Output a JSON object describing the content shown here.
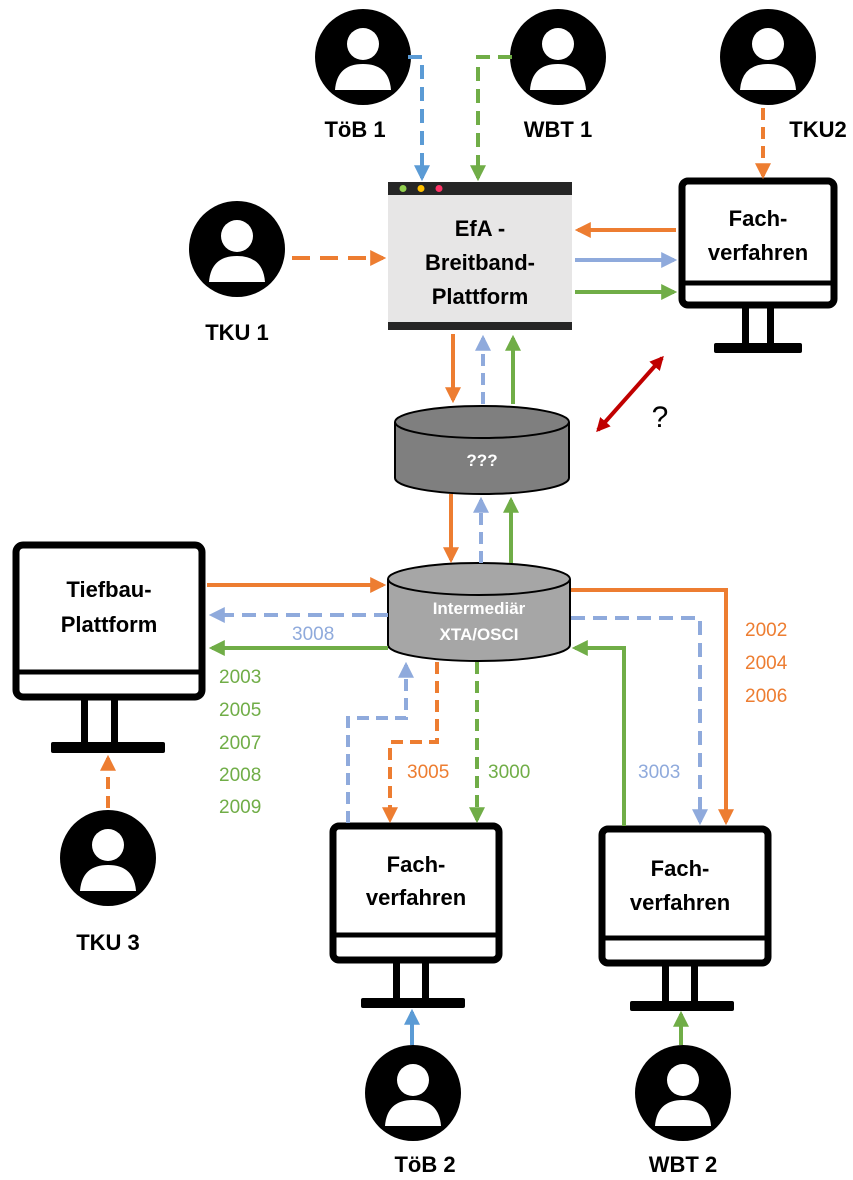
{
  "colors": {
    "orange": "#ed7d31",
    "blue_solid": "#5b9bd5",
    "blue_dashed": "#8faadc",
    "green": "#70ad47",
    "red": "#c00000",
    "cylinder_dark": "#7f7f7f",
    "cylinder_light": "#a6a6a6",
    "browser_bg": "#e7e6e6"
  },
  "persons": {
    "toeb1": "TöB 1",
    "wbt1": "WBT 1",
    "tku2": "TKU2",
    "tku1": "TKU 1",
    "tku3": "TKU 3",
    "toeb2": "TöB 2",
    "wbt2": "WBT 2"
  },
  "efa_platform": {
    "line1": "EfA -",
    "line2": "Breitband-",
    "line3": "Plattform"
  },
  "fachverfahren_top": {
    "line1": "Fach-",
    "line2": "verfahren"
  },
  "fachverfahren_mid": {
    "line1": "Fach-",
    "line2": "verfahren"
  },
  "fachverfahren_right": {
    "line1": "Fach-",
    "line2": "verfahren"
  },
  "tiefbau": {
    "line1": "Tiefbau-",
    "line2": "Plattform"
  },
  "unknown_db": "???",
  "intermediaer": {
    "line1": "Intermediär",
    "line2": "XTA/OSCI"
  },
  "question_mark": "?",
  "codes": {
    "blue_tiefbau": "3008",
    "green_tiefbau": [
      "2003",
      "2005",
      "2007",
      "2008",
      "2009"
    ],
    "orange_right": [
      "2002",
      "2004",
      "2006"
    ],
    "orange_mid": "3005",
    "green_mid": "3000",
    "blue_right": "3003"
  }
}
